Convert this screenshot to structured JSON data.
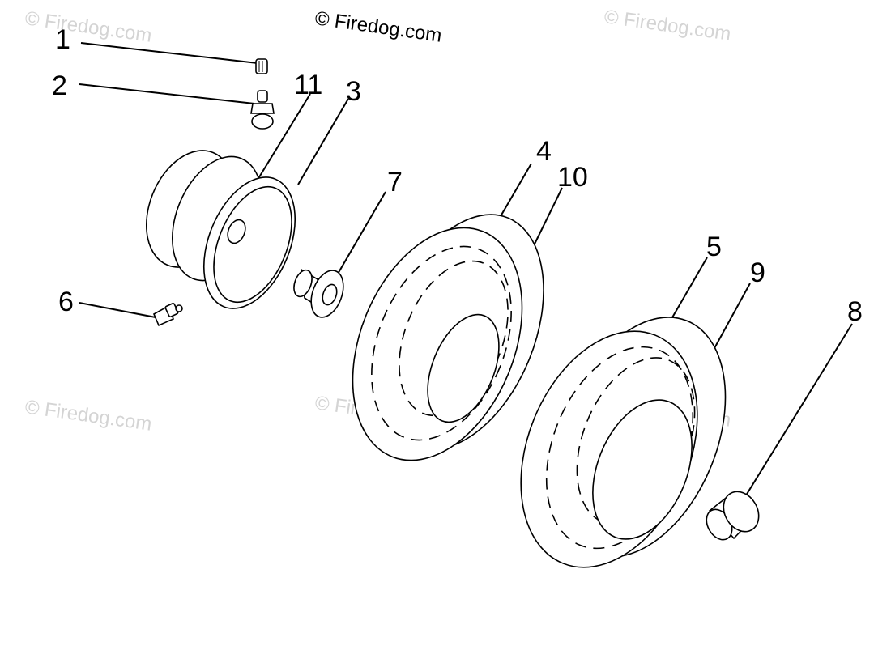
{
  "copyright": "© Firedog.com",
  "watermark": "© Firedog.com",
  "callouts": {
    "c1": "1",
    "c2": "2",
    "c3": "3",
    "c4": "4",
    "c5": "5",
    "c6": "6",
    "c7": "7",
    "c8": "8",
    "c9": "9",
    "c10": "10",
    "c11": "11"
  },
  "icons": {
    "part1": "valve-cap-icon",
    "part2": "valve-stem-icon",
    "part3": "wheel-rim-icon",
    "part4": "front-tire-icon",
    "part6": "grease-fitting-icon",
    "part7": "flanged-bushing-icon",
    "part5": "rear-tire-icon",
    "part8": "bushing-icon"
  }
}
